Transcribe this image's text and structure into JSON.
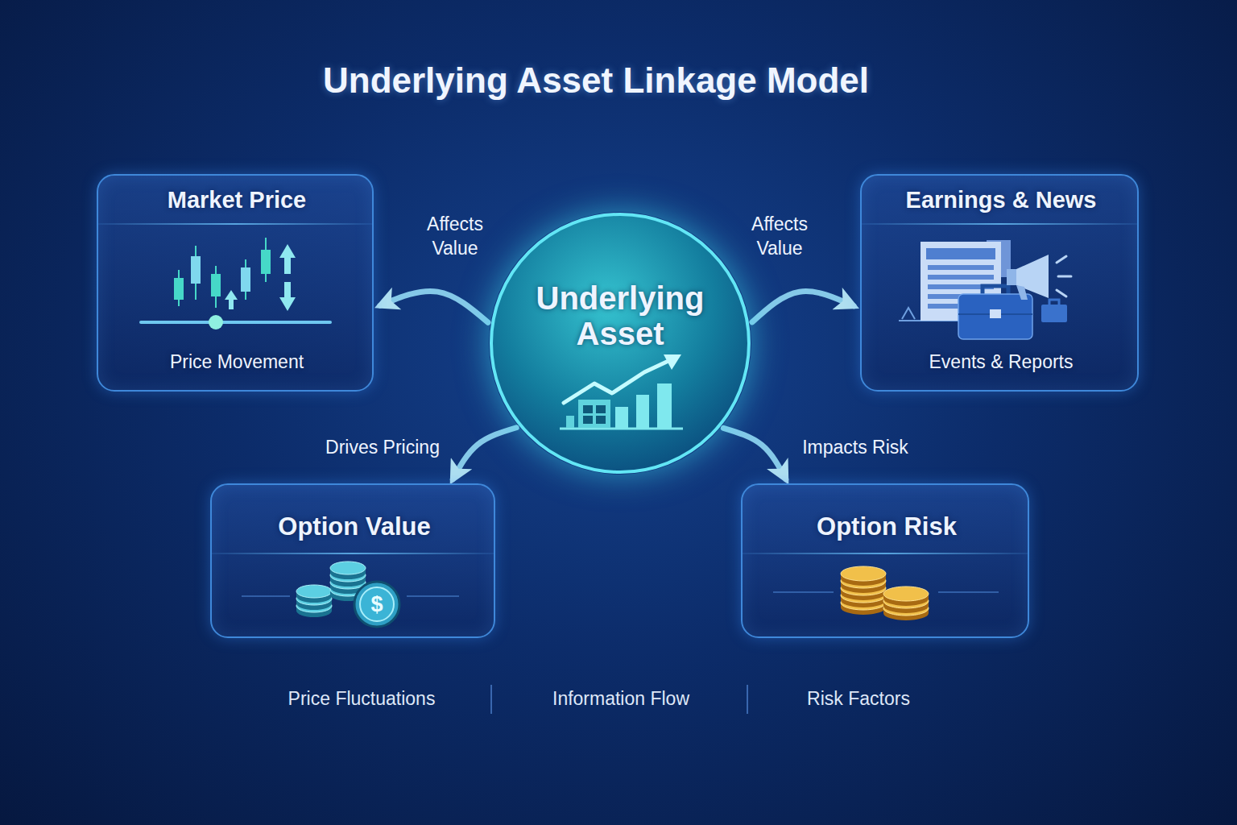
{
  "diagram": {
    "title": "Underlying Asset Linkage Model",
    "nodes": [
      {
        "text": [
          "Market Price",
          "Price Movement"
        ]
      },
      {
        "text": [
          "Underlying Asset"
        ]
      },
      {
        "text": [
          "Earnings & News",
          "Events & Reports"
        ]
      },
      {
        "text": [
          "Option Value"
        ]
      },
      {
        "text": [
          "Option Risk"
        ]
      }
    ],
    "edges": [
      {
        "from": 1,
        "to": 0,
        "arrow": "to",
        "label": "Affects Value"
      },
      {
        "from": 1,
        "to": 2,
        "arrow": "to",
        "label": "Affects Value"
      },
      {
        "from": 1,
        "to": 3,
        "arrow": "to",
        "label": "Drives Pricing"
      },
      {
        "from": 1,
        "to": 4,
        "arrow": "to",
        "label": "Impacts Risk"
      }
    ],
    "labels": [
      "Price Fluctuations",
      "Information Flow",
      "Risk Factors",
      "$"
    ]
  }
}
